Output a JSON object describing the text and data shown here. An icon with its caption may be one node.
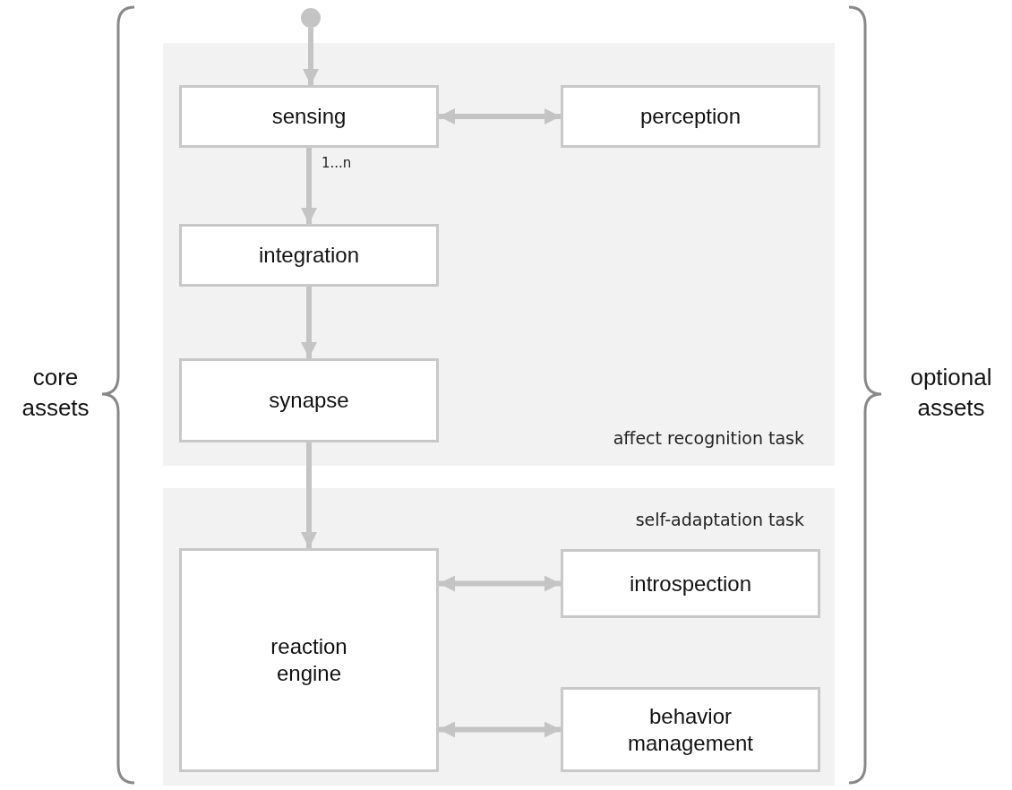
{
  "diagram": {
    "nodes": [
      {
        "text": [
          "affect recognition task"
        ]
      },
      {
        "text": [
          "sensing"
        ],
        "in": 0
      },
      {
        "text": [
          "perception"
        ],
        "in": 0
      },
      {
        "text": [
          "integration"
        ],
        "in": 0
      },
      {
        "text": [
          "synapse"
        ],
        "in": 0
      },
      {
        "text": [
          "self-adaptation task"
        ]
      },
      {
        "text": [
          "reaction engine"
        ],
        "in": 5
      },
      {
        "text": [
          "introspection"
        ],
        "in": 5
      },
      {
        "text": [
          "behavior management"
        ],
        "in": 5
      },
      {
        "text": [],
        "shape": "circle"
      }
    ],
    "edges": [
      {
        "from": 9,
        "to": 1,
        "arrow": "to"
      },
      {
        "from": 1,
        "to": 2,
        "arrow": "both"
      },
      {
        "from": 1,
        "to": 3,
        "arrow": "to",
        "label": "1...n"
      },
      {
        "from": 3,
        "to": 4,
        "arrow": "to"
      },
      {
        "from": 4,
        "to": 6,
        "arrow": "to"
      },
      {
        "from": 6,
        "to": 7,
        "arrow": "both"
      },
      {
        "from": 6,
        "to": 8,
        "arrow": "both"
      }
    ],
    "labels": [
      "core assets",
      "optional assets"
    ]
  }
}
